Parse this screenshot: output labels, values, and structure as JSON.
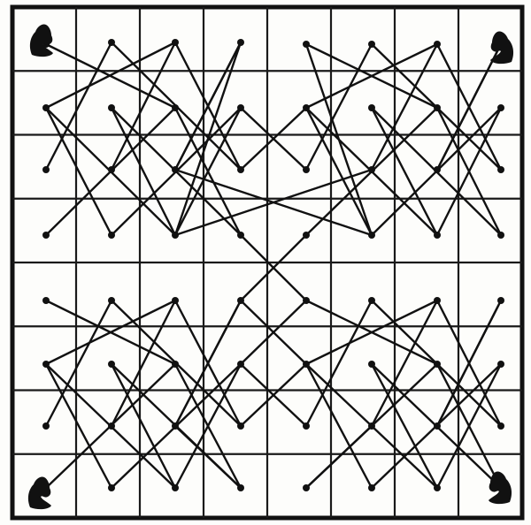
{
  "board": {
    "rows": 8,
    "cols": 8,
    "line_color": "#1a1a1a",
    "background": "#fdfdfb",
    "knight_tour_color": "#111111",
    "corner_pieces": [
      {
        "corner": "top-left",
        "piece": "knight-icon"
      },
      {
        "corner": "top-right",
        "piece": "knight-icon"
      },
      {
        "corner": "bottom-left",
        "piece": "knight-icon"
      },
      {
        "corner": "bottom-right",
        "piece": "knight-icon"
      }
    ]
  }
}
